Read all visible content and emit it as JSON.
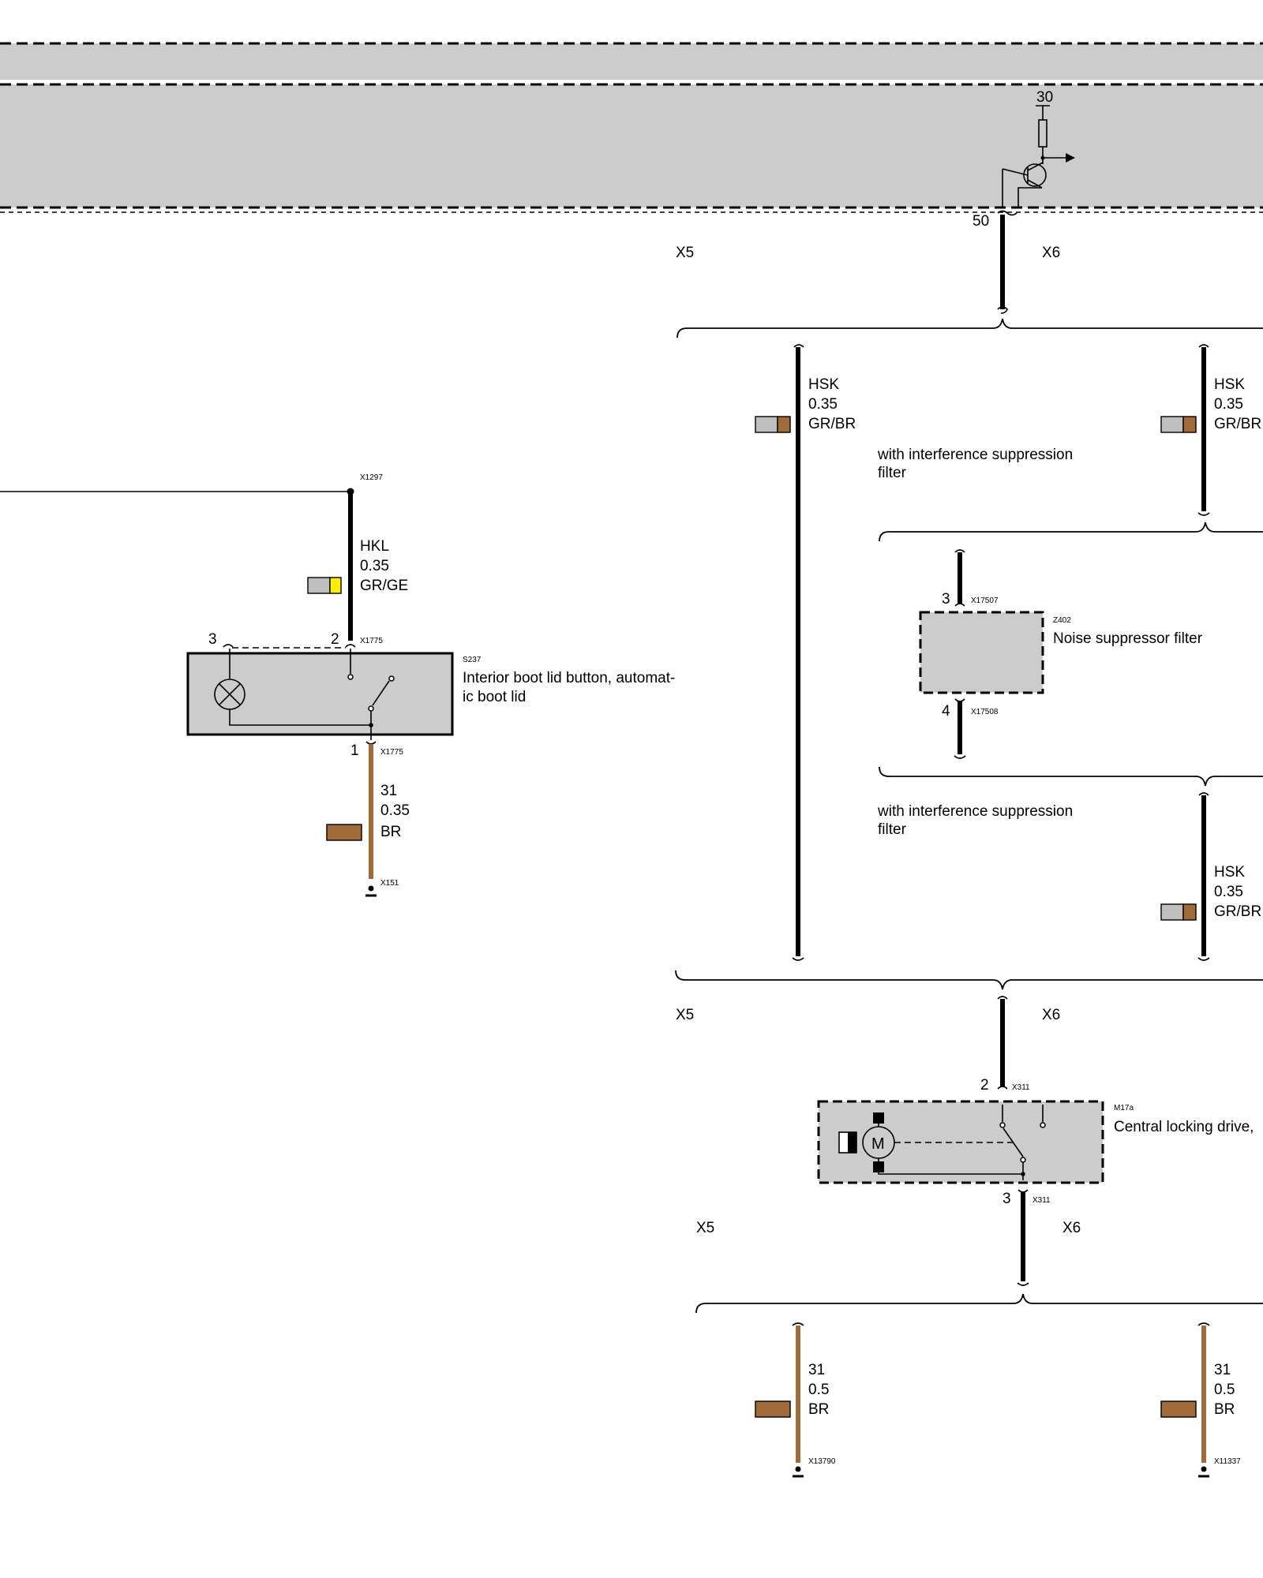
{
  "colors": {
    "grey_fill": "#cccccc",
    "wire_black": "#000000",
    "wire_brown": "#a06b39",
    "wire_yellow": "#ffee00",
    "swatch_grey": "#bfbfbf"
  },
  "top_module": {
    "pin_30": "30",
    "pin_50": "50"
  },
  "branches": {
    "x5": "X5",
    "x6": "X6"
  },
  "wires": {
    "hsk_left": {
      "signal": "HSK",
      "size": "0.35",
      "color": "GR/BR"
    },
    "hsk_right_top": {
      "signal": "HSK",
      "size": "0.35",
      "color": "GR/BR"
    },
    "hsk_right_bottom": {
      "signal": "HSK",
      "size": "0.35",
      "color": "GR/BR"
    },
    "hkl": {
      "signal": "HKL",
      "size": "0.35",
      "color": "GR/GE"
    },
    "ground_s237": {
      "signal": "31",
      "size": "0.35",
      "color": "BR"
    },
    "ground_left": {
      "signal": "31",
      "size": "0.5",
      "color": "BR"
    },
    "ground_right": {
      "signal": "31",
      "size": "0.5",
      "color": "BR"
    }
  },
  "notes": {
    "interference_1_line1": "with interference suppression",
    "interference_1_line2": "filter",
    "interference_2_line1": "with interference suppression",
    "interference_2_line2": "filter"
  },
  "components": {
    "s237": {
      "id": "S237",
      "name_line1": "Interior boot lid button, automat-",
      "name_line2": "ic boot lid",
      "pin_top_left": "3",
      "pin_top_right": "2",
      "pin_bottom": "1",
      "connector": "X1775"
    },
    "z402": {
      "id": "Z402",
      "name": "Noise suppressor filter",
      "pin_top": "3",
      "pin_bottom": "4",
      "connector_top": "X17507",
      "connector_bottom": "X17508"
    },
    "m17a": {
      "id": "M17a",
      "name": "Central locking drive,",
      "pin_top": "2",
      "pin_bottom": "3",
      "connector": "X311"
    }
  },
  "connectors": {
    "x1297": "X1297",
    "x151": "X151",
    "x13790": "X13790",
    "x11337": "X11337"
  }
}
